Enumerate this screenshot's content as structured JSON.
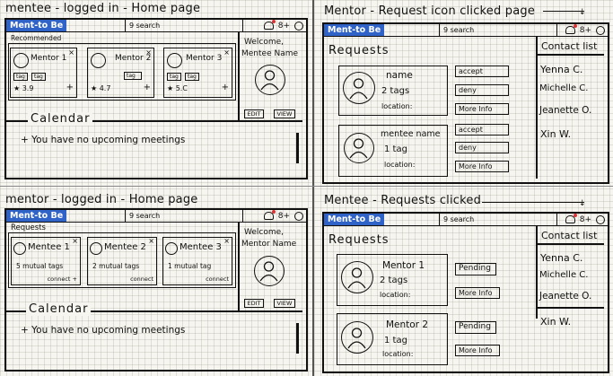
{
  "panels": {
    "mentee_home": {
      "title": "mentee - logged in - Home page",
      "logo": "Ment-to Be",
      "search": "9 search",
      "recommended_label": "Recommended",
      "cards": [
        {
          "name": "Mentor 1",
          "tags": [
            "tag",
            "tag"
          ],
          "rating": "★ 3.9"
        },
        {
          "name": "Mentor 2",
          "tags": [
            "tag"
          ],
          "rating": "★ 4.7"
        },
        {
          "name": "Mentor 3",
          "tags": [
            "tag",
            "tag"
          ],
          "rating": "★ 5.C"
        }
      ],
      "welcome": "Welcome,",
      "user_name": "Mentee Name",
      "edit": "EDIT",
      "view": "VIEW",
      "calendar_title": "Calendar",
      "calendar_msg": "+ You have no upcoming meetings"
    },
    "mentor_home": {
      "title": "mentor - logged in - Home page",
      "logo": "Ment-to Be",
      "search": "9 search",
      "requests_label": "Requests",
      "cards": [
        {
          "name": "Mentee 1",
          "tags": "5 mutual tags",
          "action": "connect +"
        },
        {
          "name": "Mentee 2",
          "tags": "2 mutual tags",
          "action": "connect"
        },
        {
          "name": "Mentee 3",
          "tags": "1 mutual tag",
          "action": "connect"
        }
      ],
      "welcome": "Welcome,",
      "user_name": "Mentor Name",
      "edit": "EDIT",
      "view": "VIEW",
      "calendar_title": "Calendar",
      "calendar_msg": "+ You have no upcoming meetings"
    },
    "mentor_requests": {
      "title": "Mentor - Request icon clicked page",
      "logo": "Ment-to Be",
      "search": "9 search",
      "requests_title": "Requests",
      "items": [
        {
          "name": "name",
          "tags": "2 tags",
          "location": "location:",
          "a1": "accept",
          "a2": "deny",
          "a3": "More Info"
        },
        {
          "name": "mentee name",
          "tags": "1 tag",
          "location": "location:",
          "a1": "accept",
          "a2": "deny",
          "a3": "More Info"
        }
      ],
      "contact_title": "Contact list",
      "contacts": [
        "Yenna C.",
        "Michelle C.",
        "Jeanette O.",
        "Xin W."
      ]
    },
    "mentee_requests": {
      "title": "Mentee - Requests clicked",
      "logo": "Ment-to Be",
      "search": "9 search",
      "requests_title": "Requests",
      "items": [
        {
          "name": "Mentor 1",
          "tags": "2 tags",
          "location": "location:",
          "status": "Pending",
          "more": "More Info"
        },
        {
          "name": "Mentor 2",
          "tags": "1 tag",
          "location": "location:",
          "status": "Pending",
          "more": "More Info"
        }
      ],
      "contact_title": "Contact list",
      "contacts": [
        "Yenna C.",
        "Michelle C.",
        "Jeanette O.",
        "Xin W."
      ]
    }
  },
  "colors": {
    "logo_bg": "#2f63c8",
    "notification_dot": "#e03030"
  },
  "icons": [
    "bell-icon",
    "person-plus-icon",
    "profile-circle-icon",
    "avatar-icon",
    "close-icon"
  ]
}
